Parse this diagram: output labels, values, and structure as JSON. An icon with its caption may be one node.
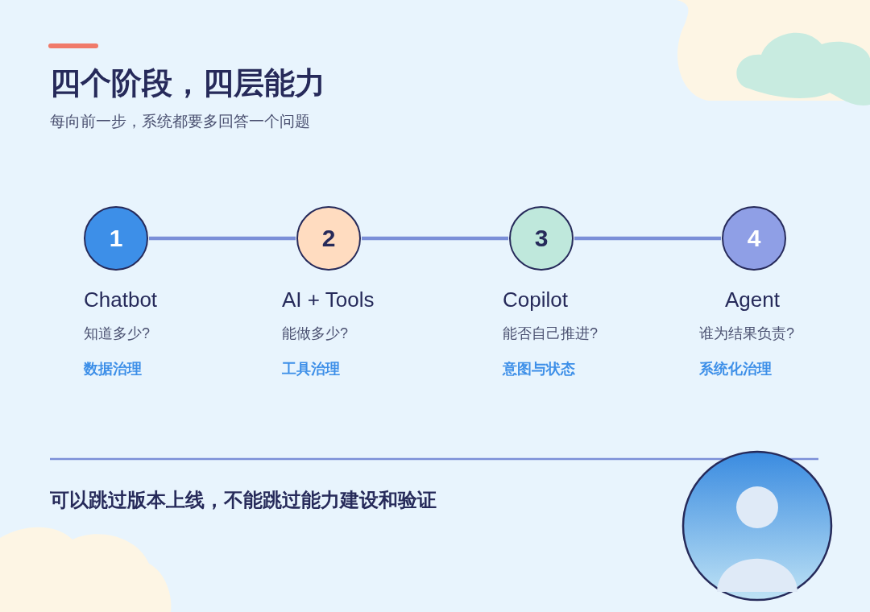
{
  "diagram": {
    "title": "四个阶段，四层能力",
    "nodes": [
      {
        "text": [
          "1"
        ],
        "beside": [
          "Chatbot",
          "知道多少?",
          "数据治理"
        ]
      },
      {
        "text": [
          "2"
        ],
        "beside": [
          "AI + Tools",
          "能做多少?",
          "工具治理"
        ]
      },
      {
        "text": [
          "3"
        ],
        "beside": [
          "Copilot",
          "能否自己推进?",
          "意图与状态"
        ]
      },
      {
        "text": [
          "4"
        ],
        "beside": [
          "Agent",
          "谁为结果负责?",
          "系统化治理"
        ]
      }
    ],
    "edges": [
      {
        "from": 0,
        "to": 1,
        "arrow": "none"
      },
      {
        "from": 1,
        "to": 2,
        "arrow": "none"
      },
      {
        "from": 2,
        "to": 3,
        "arrow": "none"
      }
    ],
    "labels": [
      "每向前一步，系统都要多回答一个问题",
      "可以跳过版本上线，不能跳过能力建设和验证"
    ]
  }
}
